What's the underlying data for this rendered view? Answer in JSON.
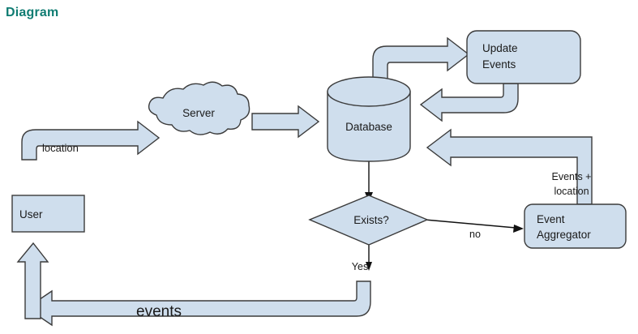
{
  "page": {
    "title": "Diagram",
    "title_color": "#0f7c72",
    "background_color": "#ffffff"
  },
  "theme": {
    "shape_fill": "#cfdeed",
    "shape_stroke": "#3b3b3b",
    "line_stroke": "#111111",
    "text_color": "#1a1a1a"
  },
  "diagram": {
    "type": "flowchart",
    "nodes": [
      {
        "id": "user",
        "label": "User",
        "shape": "rectangle"
      },
      {
        "id": "server",
        "label": "Server",
        "shape": "cloud"
      },
      {
        "id": "database",
        "label": "Database",
        "shape": "cylinder"
      },
      {
        "id": "update_events",
        "label_line1": "Update",
        "label_line2": "Events",
        "shape": "rounded-rectangle"
      },
      {
        "id": "exists",
        "label": "Exists?",
        "shape": "diamond"
      },
      {
        "id": "event_aggregator",
        "label_line1": "Event",
        "label_line2": "Aggregator",
        "shape": "rounded-rectangle"
      }
    ],
    "edges": [
      {
        "id": "user-to-server",
        "label": "location",
        "style": "block-elbow",
        "from": "user",
        "to": "server"
      },
      {
        "id": "server-to-database",
        "label": "",
        "style": "block-straight",
        "from": "server",
        "to": "database"
      },
      {
        "id": "database-to-update-events",
        "label": "",
        "style": "block-elbow",
        "from": "database",
        "to": "update_events"
      },
      {
        "id": "update-events-to-database",
        "label": "",
        "style": "block-elbow",
        "from": "update_events",
        "to": "database"
      },
      {
        "id": "aggregator-to-database",
        "label_line1": "Events +",
        "label_line2": "location",
        "style": "block-elbow",
        "from": "event_aggregator",
        "to": "database"
      },
      {
        "id": "database-to-exists",
        "label": "",
        "style": "thin-arrow",
        "from": "database",
        "to": "exists"
      },
      {
        "id": "exists-no-to-aggregator",
        "label": "no",
        "style": "thin-arrow",
        "from": "exists",
        "to": "event_aggregator"
      },
      {
        "id": "exists-yes-to-user",
        "label": "Yes",
        "label2": "events",
        "style": "block-elbow",
        "from": "exists",
        "to": "user"
      }
    ]
  }
}
